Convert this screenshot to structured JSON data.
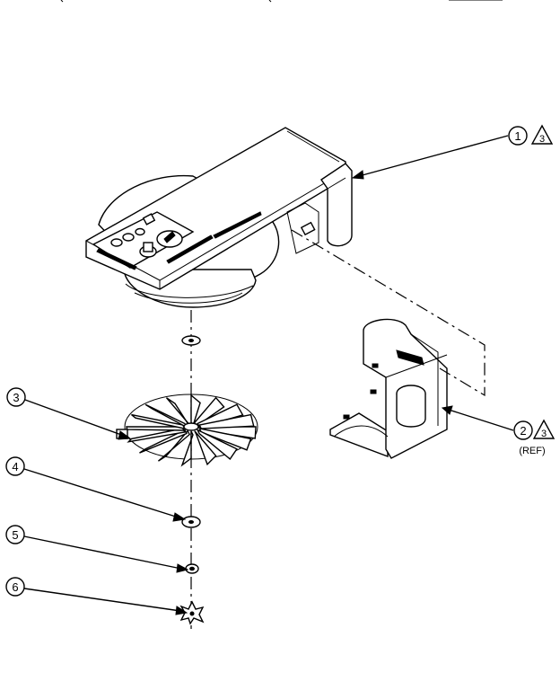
{
  "callouts": [
    {
      "number": "1",
      "tag": "3",
      "note": ""
    },
    {
      "number": "2",
      "tag": "3",
      "note": "(REF)"
    },
    {
      "number": "3"
    },
    {
      "number": "4"
    },
    {
      "number": "5"
    },
    {
      "number": "6"
    }
  ]
}
